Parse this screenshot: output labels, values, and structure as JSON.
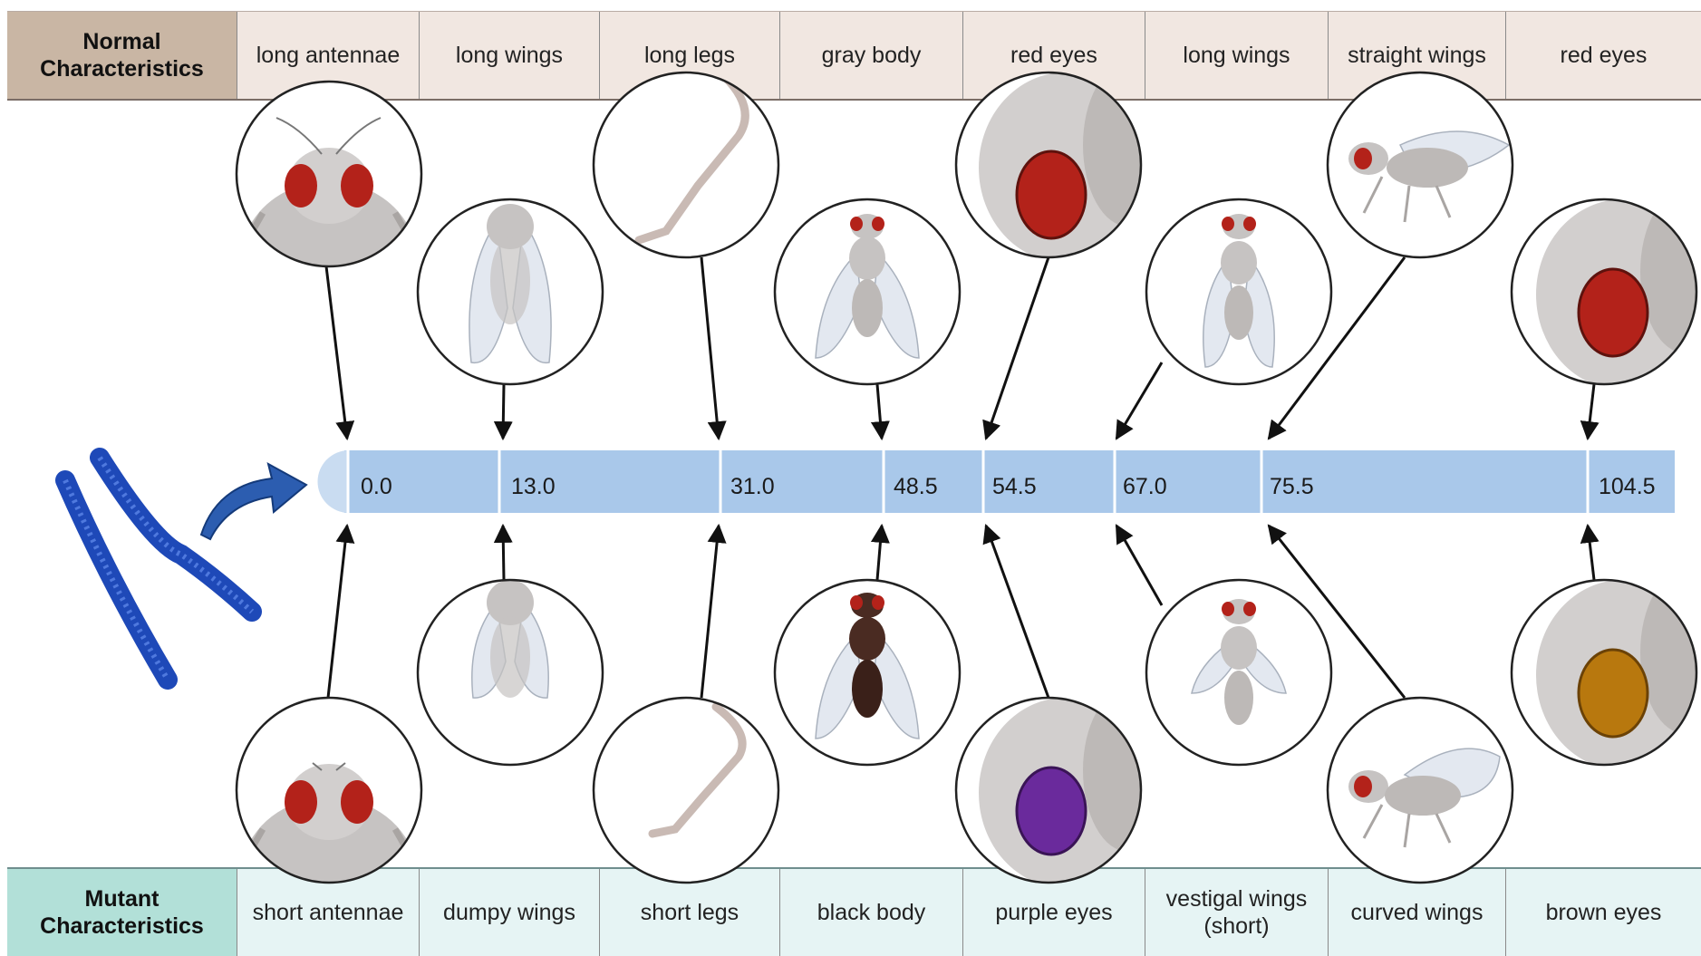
{
  "normal": {
    "heading": "Normal Characteristics",
    "traits": [
      "long antennae",
      "long wings",
      "long legs",
      "gray body",
      "red eyes",
      "long wings",
      "straight wings",
      "red eyes"
    ]
  },
  "mutant": {
    "heading": "Mutant Characteristics",
    "traits": [
      "short antennae",
      "dumpy wings",
      "short legs",
      "black body",
      "purple eyes",
      "vestigal wings (short)",
      "curved wings",
      "brown eyes"
    ]
  },
  "positions": [
    "0.0",
    "13.0",
    "31.0",
    "48.5",
    "54.5",
    "67.0",
    "75.5",
    "104.5"
  ],
  "colors": {
    "chromosome_bar": "#a9c8ea",
    "chromosome_blue": "#1e49b8",
    "normal_header_bg": "#c9b6a4",
    "normal_row_bg": "#f1e7e1",
    "mutant_header_bg": "#b2e0d8",
    "mutant_row_bg": "#e6f4f4",
    "red_eye": "#b3221a",
    "purple_eye": "#6a2a9c",
    "brown_eye": "#b8780e",
    "black_body": "#4a2b22"
  }
}
